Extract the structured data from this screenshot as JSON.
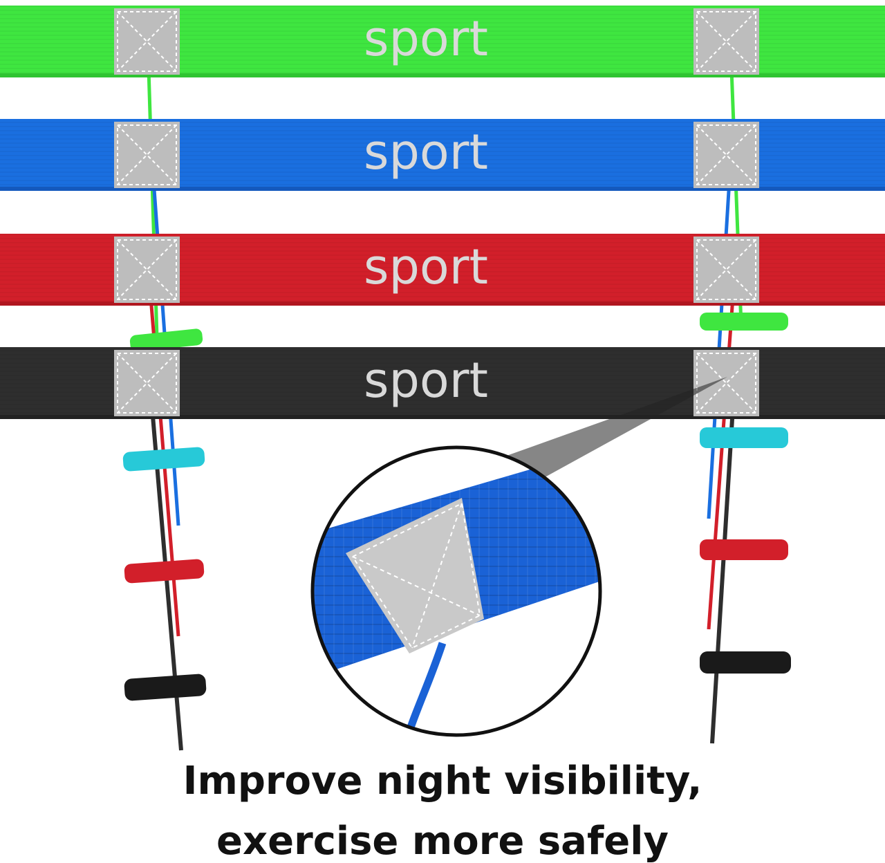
{
  "bands": [
    {
      "label": "sport",
      "color": "#3fe640",
      "shade": "#2fc431"
    },
    {
      "label": "sport",
      "color": "#1a6fe0",
      "shade": "#1459bd"
    },
    {
      "label": "sport",
      "color": "#d21f2a",
      "shade": "#b0161f"
    },
    {
      "label": "sport",
      "color": "#2e2e2e",
      "shade": "#222222"
    }
  ],
  "caption": {
    "line1": "Improve night visibility,",
    "line2": "exercise more safely"
  },
  "colors": {
    "reflective_patch": "#bdbdbd",
    "text": "#111111",
    "toggle_cyan": "#27c9d8",
    "zoom_band": "#1a62d6"
  }
}
